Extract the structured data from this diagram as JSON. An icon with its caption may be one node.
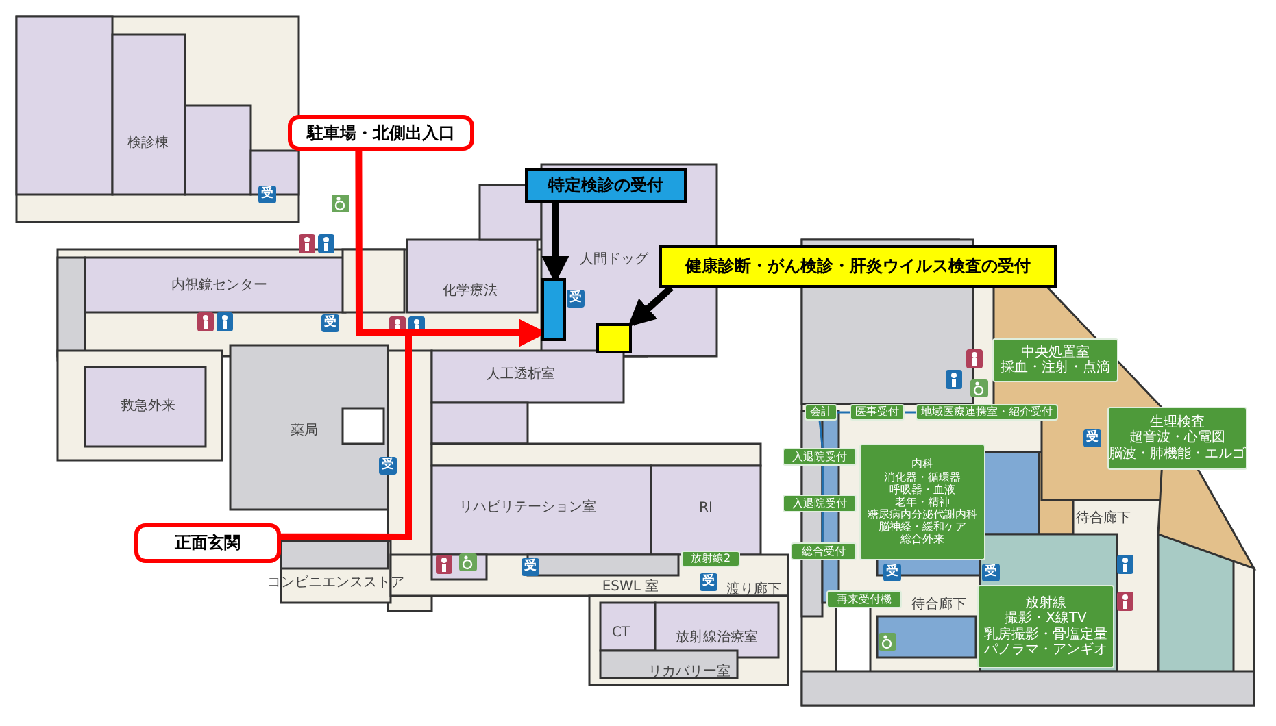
{
  "diagram": {
    "nodes": [
      {
        "text": [
          "駐車場・北側出入口"
        ]
      },
      {
        "text": [
          "特定検診の受付"
        ]
      },
      {
        "text": [],
        "shape": "box"
      },
      {
        "text": [
          "健康診断・がん検診・肝炎ウイルス検査の受付"
        ]
      },
      {
        "text": [],
        "shape": "box"
      },
      {
        "text": [
          "正面玄関"
        ]
      },
      {
        "text": [
          "中央処置室",
          "採血・注射・点滴"
        ]
      },
      {
        "text": [
          "生理検査",
          "超音波・心電図",
          "脳波・肺機能・エルゴ"
        ]
      },
      {
        "text": [
          "会計"
        ]
      },
      {
        "text": [
          "医事受付"
        ]
      },
      {
        "text": [
          "地域医療連携室・紹介受付"
        ]
      },
      {
        "text": [
          "入退院受付"
        ]
      },
      {
        "text": [
          "内科",
          "消化器・循環器",
          "呼吸器・血液",
          "老年・精神",
          "糖尿病内分泌代謝内科",
          "脳神経・緩和ケア",
          "総合外来"
        ]
      },
      {
        "text": [
          "入退院受付"
        ]
      },
      {
        "text": [
          "総合受付"
        ]
      },
      {
        "text": [
          "放射線2"
        ]
      },
      {
        "text": [
          "再来受付機"
        ]
      },
      {
        "text": [
          "放射線",
          "撮影・X線TV",
          "乳房撮影・骨塩定量",
          "パノラマ・アンギオ"
        ]
      }
    ],
    "edges": [
      {
        "from": 0,
        "to": 2,
        "arrow": "to",
        "style": "thick",
        "color": "#ff0000"
      },
      {
        "from": 1,
        "to": 2,
        "arrow": "to",
        "style": "thick",
        "color": "#000000"
      },
      {
        "from": 3,
        "to": 4,
        "arrow": "to",
        "style": "thick",
        "color": "#000000"
      },
      {
        "from": 5,
        "to": 2,
        "arrow": "to",
        "style": "thick",
        "color": "#ff0000"
      },
      {
        "from": 8,
        "to": 9,
        "arrow": "none"
      },
      {
        "from": 9,
        "to": 10,
        "arrow": "none"
      },
      {
        "from": 8,
        "to": 11,
        "arrow": "none"
      },
      {
        "from": 11,
        "to": 13,
        "arrow": "none"
      },
      {
        "from": 13,
        "to": 14,
        "arrow": "none"
      }
    ],
    "labels": [
      "検診棟",
      "受",
      "人間ドッグ",
      "内視鏡センター",
      "化学療法",
      "受",
      "受",
      "人工透析室",
      "救急外来",
      "薬局",
      "受",
      "受",
      "待合廊下",
      "リハビリテーション室",
      "RI",
      "コンビニエンスストア",
      "ESWL 室",
      "受",
      "受",
      "受",
      "受",
      "渡り廊下",
      "待合廊下",
      "CT",
      "放射線治療室",
      "リカバリー室"
    ]
  }
}
